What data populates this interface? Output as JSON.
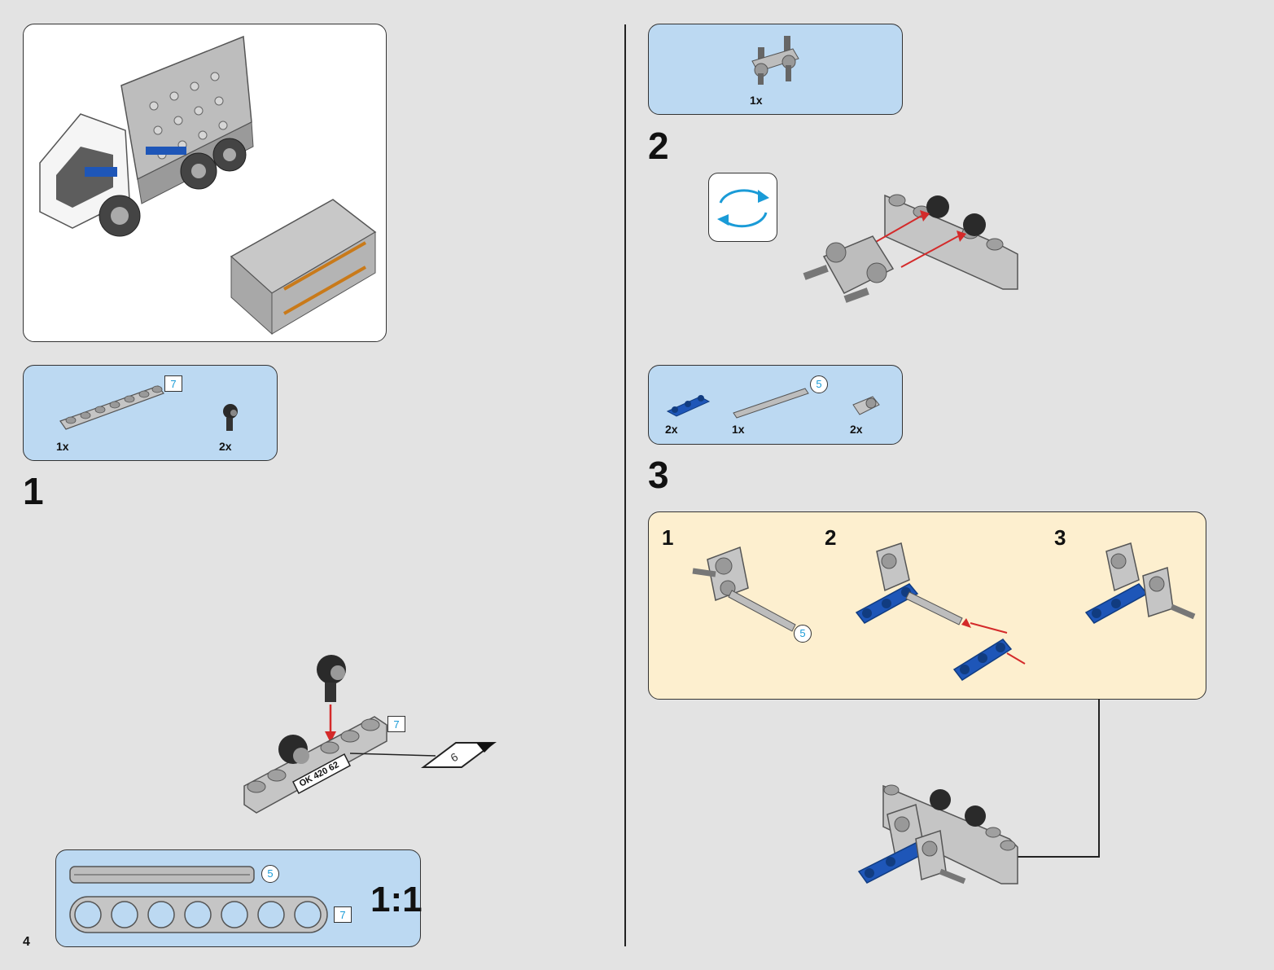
{
  "page_number": "4",
  "overview": {},
  "step1": {
    "number": "1",
    "parts": [
      {
        "qty": "1x",
        "length": "7"
      },
      {
        "qty": "2x"
      }
    ],
    "beam_length": "7",
    "sticker_text": "OK 420 62",
    "sticker_sheet": "6"
  },
  "scale_ref": {
    "axle_length": "5",
    "beam_length": "7",
    "label": "1:1"
  },
  "step2": {
    "number": "2",
    "parts": [
      {
        "qty": "1x"
      }
    ]
  },
  "step3": {
    "number": "3",
    "parts": [
      {
        "qty": "2x"
      },
      {
        "qty": "1x",
        "length": "5"
      },
      {
        "qty": "2x"
      }
    ],
    "substeps": [
      "1",
      "2",
      "3"
    ],
    "axle_length": "5"
  },
  "colors": {
    "panel_blue": "#bcd9f2",
    "panel_cream": "#fdefcf",
    "part_blue": "#1e56b8",
    "arrow_red": "#d42a2a",
    "rotate_cyan": "#1a9bd7"
  }
}
